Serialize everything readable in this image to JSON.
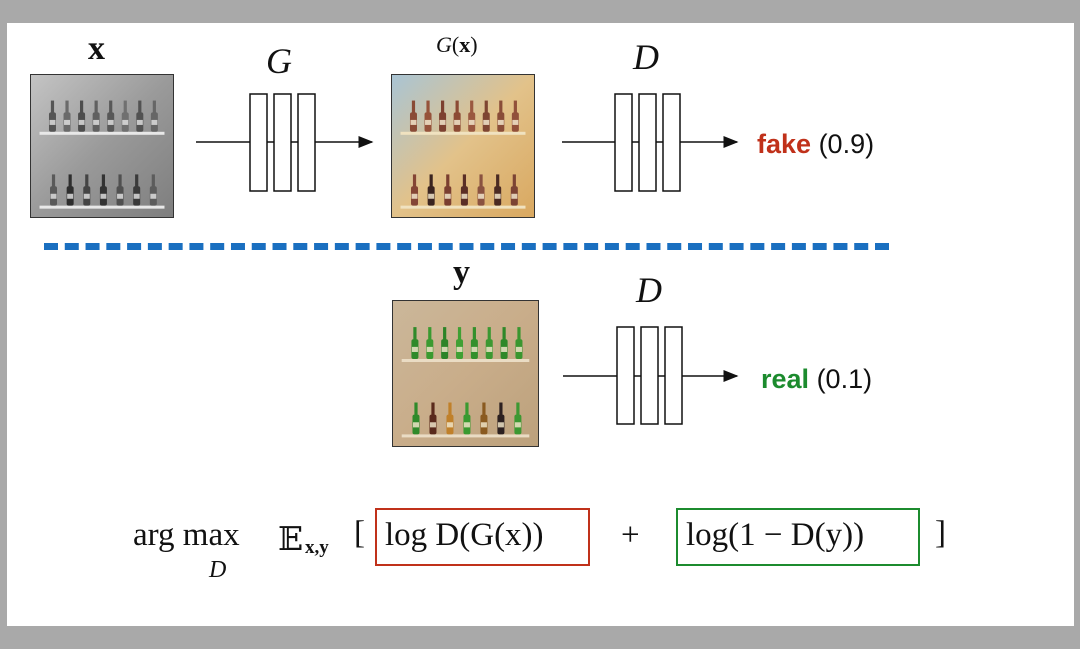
{
  "top_row": {
    "input_label": "x",
    "generator_label": "G",
    "generated_label": "G(x)",
    "discriminator_label": "D",
    "output_word": "fake",
    "output_score": "(0.9)"
  },
  "bottom_row": {
    "input_label": "y",
    "discriminator_label": "D",
    "output_word": "real",
    "output_score": "(0.1)"
  },
  "formula": {
    "operator": "arg max",
    "operator_sub": "D",
    "expectation": "𝔼",
    "expectation_sub": "x,y",
    "open_bracket": "[",
    "term_fake": "log D(G(x))",
    "plus": "+",
    "term_real": "log(1 − D(y))",
    "close_bracket": "]"
  },
  "colors": {
    "fake": "#c0311a",
    "real": "#1c8b2e",
    "divider": "#1a6fc0",
    "box_fake": "#c0311a",
    "box_real": "#1c8b2e"
  },
  "images": {
    "grayscale_bottles": "grayscale-bottles-photo",
    "generated_bottles": "colorized-bottles-photo",
    "real_bottles": "real-bottles-photo"
  }
}
